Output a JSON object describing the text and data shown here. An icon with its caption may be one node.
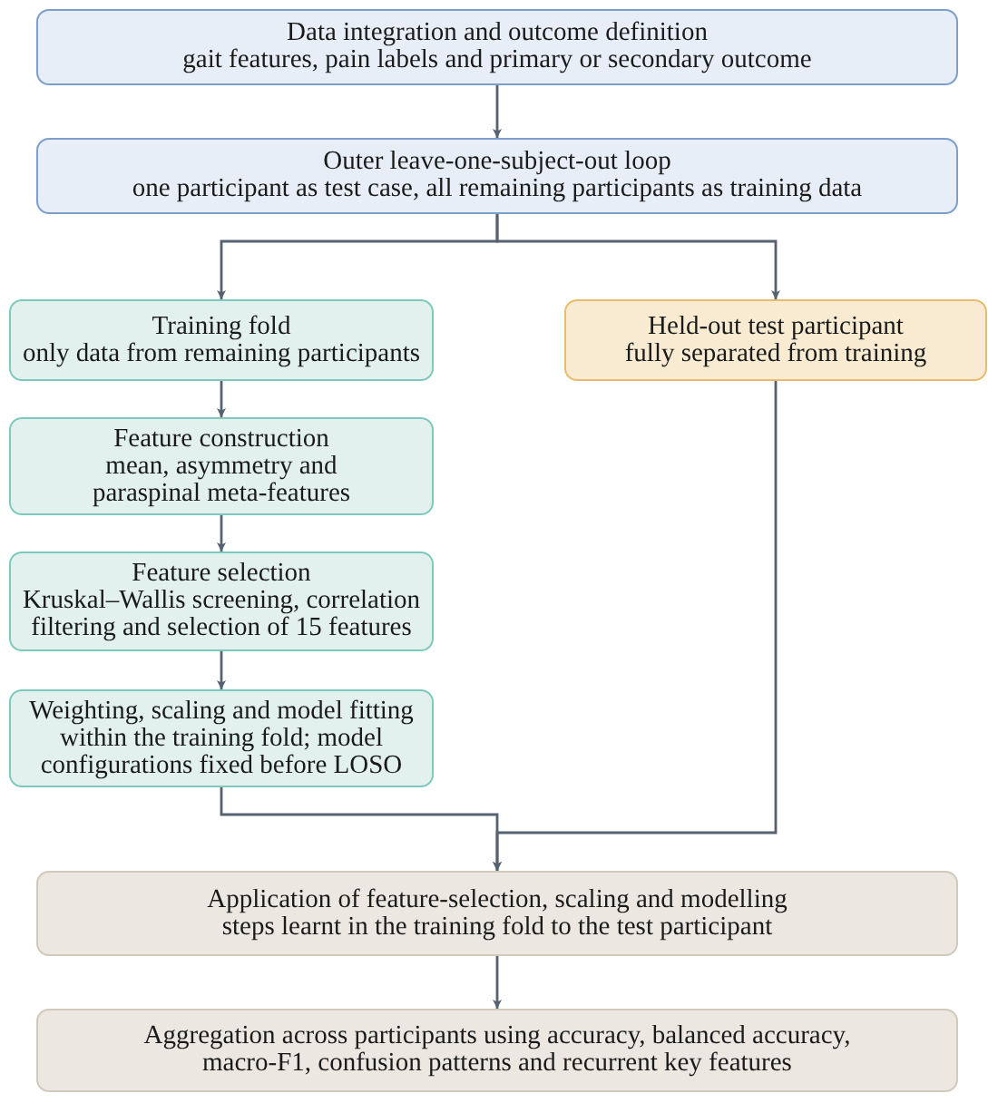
{
  "diagram": {
    "nodes": [
      {
        "text": [
          "Data integration and outcome definition",
          "gait features, pain labels and primary or secondary outcome"
        ]
      },
      {
        "text": [
          "Outer leave-one-subject-out loop",
          "one participant as test case, all remaining participants as training data"
        ]
      },
      {
        "text": [
          "Training fold",
          "only data from remaining participants"
        ]
      },
      {
        "text": [
          "Held-out test participant",
          "fully separated from training"
        ]
      },
      {
        "text": [
          "Feature construction",
          "mean, asymmetry and paraspinal meta-features"
        ]
      },
      {
        "text": [
          "Feature selection",
          "Kruskal–Wallis screening, correlation filtering and selection of 15 features"
        ]
      },
      {
        "text": [
          "Weighting, scaling and model fitting within the training fold; model configurations fixed before LOSO"
        ]
      },
      {
        "text": [
          "Application of feature-selection, scaling and modelling steps learnt in the training fold to the test participant"
        ]
      },
      {
        "text": [
          "Aggregation across participants using accuracy, balanced accuracy, macro-F1, confusion patterns and recurrent key features"
        ]
      }
    ],
    "edges": [
      {
        "from": 0,
        "to": 1,
        "arrow": "to"
      },
      {
        "from": 1,
        "to": 2,
        "arrow": "to"
      },
      {
        "from": 1,
        "to": 3,
        "arrow": "to"
      },
      {
        "from": 2,
        "to": 4,
        "arrow": "to"
      },
      {
        "from": 4,
        "to": 5,
        "arrow": "to"
      },
      {
        "from": 5,
        "to": 6,
        "arrow": "to"
      },
      {
        "from": 6,
        "to": 7,
        "arrow": "to"
      },
      {
        "from": 3,
        "to": 7,
        "arrow": "to"
      },
      {
        "from": 7,
        "to": 8,
        "arrow": "to"
      }
    ]
  }
}
